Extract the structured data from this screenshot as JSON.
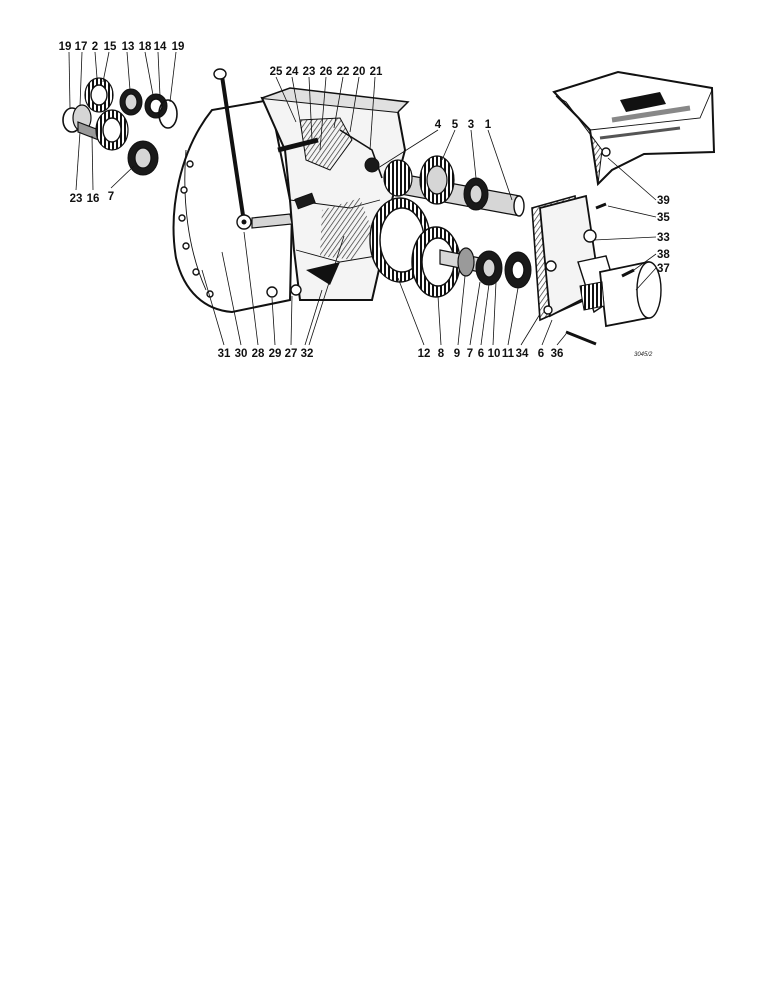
{
  "diagram": {
    "reference_code": "3045/2",
    "labels": {
      "top_left": [
        "19",
        "17",
        "2",
        "15",
        "13",
        "18",
        "14",
        "19"
      ],
      "left_below": [
        "23",
        "16",
        "7"
      ],
      "top_center": [
        "25",
        "24",
        "23",
        "26",
        "22",
        "20",
        "21"
      ],
      "center_upper": [
        "4",
        "5",
        "3",
        "1"
      ],
      "right": [
        "39",
        "35",
        "33",
        "38",
        "37"
      ],
      "bottom": [
        "31",
        "30",
        "28",
        "29",
        "27",
        "32",
        "12",
        "8",
        "9",
        "7",
        "6",
        "10",
        "11",
        "34",
        "6",
        "36"
      ]
    }
  }
}
